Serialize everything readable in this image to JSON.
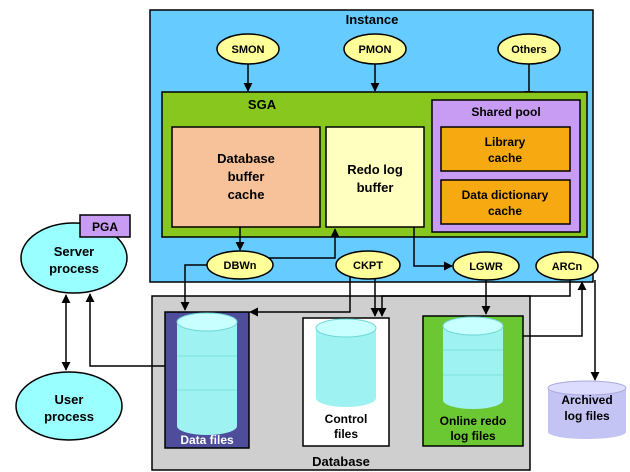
{
  "instance": {
    "title": "Instance"
  },
  "processes": {
    "smon": "SMON",
    "pmon": "PMON",
    "others": "Others",
    "dbwn": "DBWn",
    "ckpt": "CKPT",
    "lgwr": "LGWR",
    "arcn": "ARCn"
  },
  "sga": {
    "title": "SGA",
    "buffer_cache": [
      "Database",
      "buffer",
      "cache"
    ],
    "redo_buffer": [
      "Redo log",
      "buffer"
    ]
  },
  "shared_pool": {
    "title": "Shared pool",
    "library_cache": [
      "Library",
      "cache"
    ],
    "dictionary_cache": [
      "Data dictionary",
      "cache"
    ]
  },
  "client": {
    "pga": "PGA",
    "server_process": [
      "Server",
      "process"
    ],
    "user_process": [
      "User",
      "process"
    ]
  },
  "database": {
    "title": "Database",
    "data_files": "Data files",
    "control_files": [
      "Control",
      "files"
    ],
    "online_redo": [
      "Online redo",
      "log files"
    ]
  },
  "archived": [
    "Archived",
    "log files"
  ],
  "colors": {
    "instance_bg": "#66ccff",
    "sga_bg": "#88c81e",
    "buffer_cache_bg": "#f7c29a",
    "redo_bg": "#ffffc0",
    "shared_pool_bg": "#c89cf2",
    "cache_bg": "#f7a912",
    "process_oval": "#ffff99",
    "database_bg": "#cfcfcf",
    "data_files_bg": "#4d4d9b",
    "control_files_bg": "#ffffff",
    "online_redo_bg": "#6cc832",
    "cylinder": "#9ff2f2",
    "archived_cylinder": "#c4c4f4"
  }
}
